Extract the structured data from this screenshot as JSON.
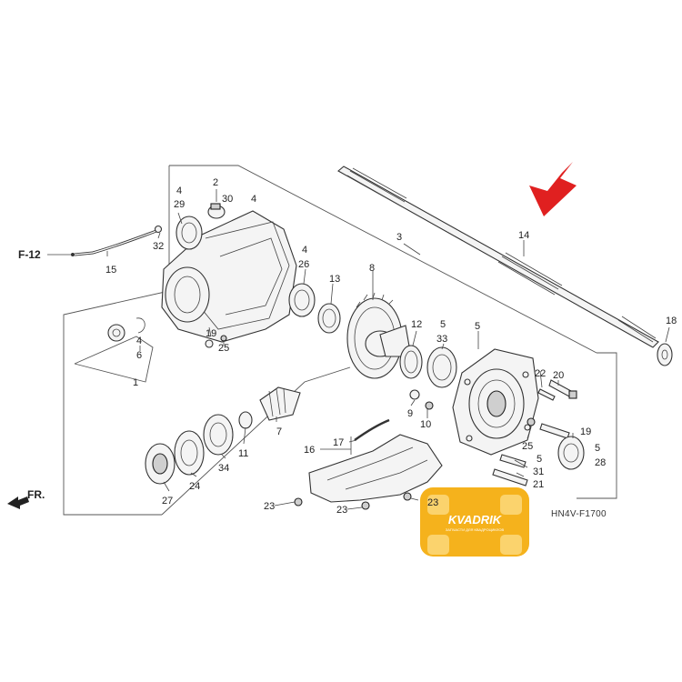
{
  "diagram": {
    "code": "HN4V-F1700",
    "direction_label": "FR.",
    "ref_label": "F-12",
    "logo_text": "KVADRIK",
    "logo_subtext": "ЗАПЧАСТИ ДЛЯ КВАДРОЦИКЛОВ",
    "arrow_color": "#e02020",
    "logo_color": "#f5b21c",
    "callouts": [
      "4",
      "29",
      "2",
      "30",
      "4",
      "32",
      "15",
      "3",
      "14",
      "18",
      "4",
      "26",
      "13",
      "8",
      "12",
      "5",
      "33",
      "5",
      "9",
      "10",
      "4",
      "6",
      "1",
      "19",
      "25",
      "7",
      "11",
      "34",
      "24",
      "27",
      "22",
      "20",
      "25",
      "19",
      "5",
      "28",
      "5",
      "31",
      "21",
      "17",
      "16",
      "23",
      "23",
      "23"
    ]
  }
}
